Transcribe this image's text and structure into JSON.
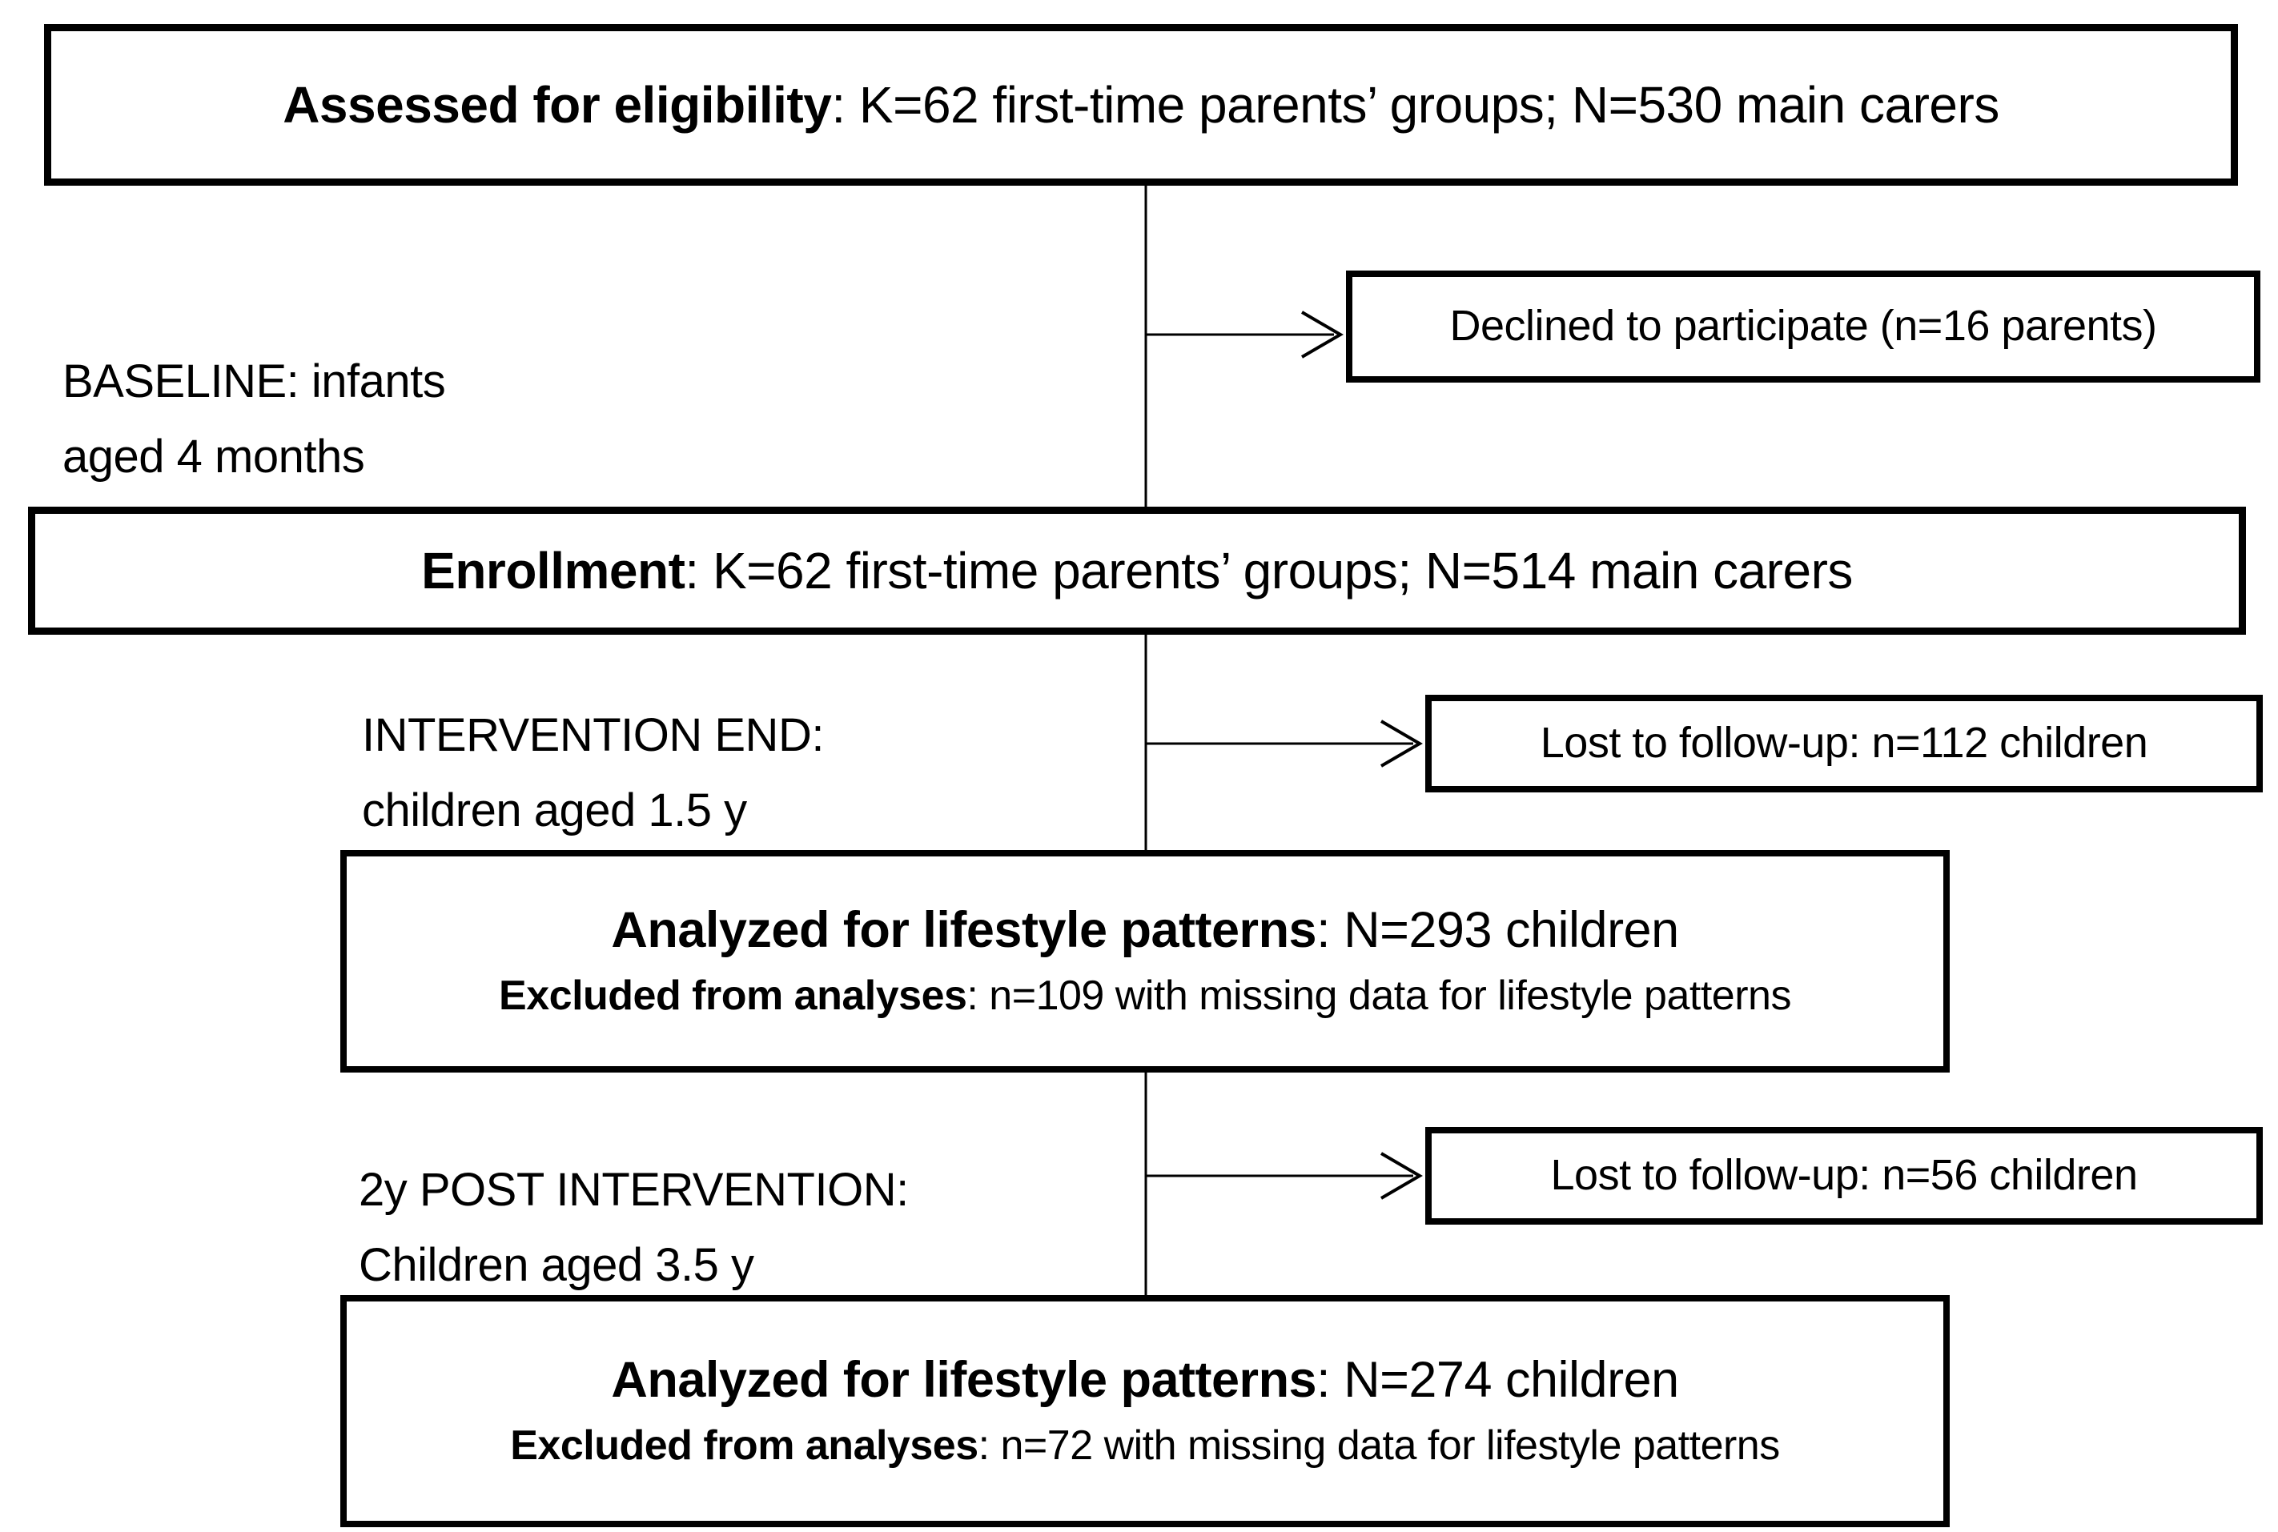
{
  "flowchart": {
    "stages": {
      "eligibility": {
        "bold": "Assessed for eligibility",
        "rest": ": K=62 first-time parents’ groups; N=530 main carers"
      },
      "enrollment": {
        "bold": "Enrollment",
        "rest": ": K=62 first-time parents’ groups; N=514 main carers"
      },
      "analyzed_intervention_end": {
        "line1_bold": "Analyzed for lifestyle patterns",
        "line1_rest": ": N=293 children",
        "line2_bold": "Excluded from analyses",
        "line2_rest": ": n=109 with missing data for lifestyle patterns"
      },
      "analyzed_post_intervention": {
        "line1_bold": "Analyzed for lifestyle patterns",
        "line1_rest": ": N=274 children",
        "line2_bold": "Excluded from analyses",
        "line2_rest": ": n=72 with missing data for lifestyle patterns"
      }
    },
    "side_boxes": {
      "declined": "Declined to participate (n=16 parents)",
      "lost_intervention_end": "Lost to follow-up: n=112 children",
      "lost_post_intervention": "Lost to follow-up: n=56 children"
    },
    "timepoint_labels": {
      "baseline": {
        "line1": "BASELINE: infants",
        "line2": "aged 4 months"
      },
      "intervention_end": {
        "line1": "INTERVENTION END:",
        "line2": "children aged 1.5 y"
      },
      "post_intervention": {
        "line1": "2y POST INTERVENTION:",
        "line2": "Children aged 3.5 y"
      }
    },
    "colors": {
      "border": "#000000",
      "background": "#ffffff",
      "text": "#000000"
    }
  }
}
